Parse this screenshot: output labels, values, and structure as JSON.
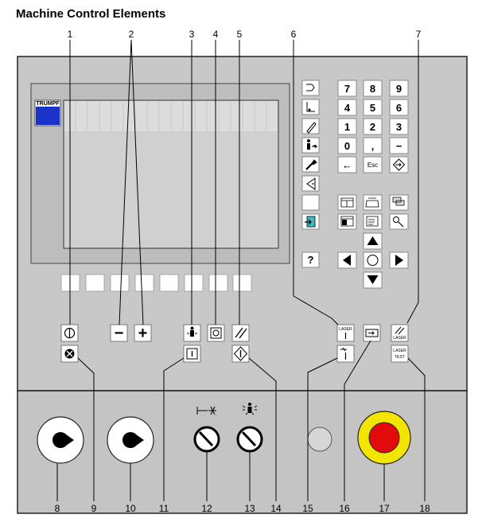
{
  "title": "Machine Control Elements",
  "brand": "TRUMPF",
  "top_callouts": [
    "1",
    "2",
    "3",
    "4",
    "5",
    "6",
    "7"
  ],
  "bottom_callouts": [
    "8",
    "9",
    "10",
    "11",
    "12",
    "13",
    "14",
    "15",
    "16",
    "17",
    "18"
  ],
  "numpad": [
    "7",
    "8",
    "9",
    "4",
    "5",
    "6",
    "1",
    "2",
    "3",
    "0",
    ",",
    "−"
  ],
  "keys": {
    "enter": "←",
    "esc": "Esc",
    "help": "?",
    "minus": "−",
    "plus": "+",
    "laser": "LASER",
    "laser_test_1": "LASER",
    "laser_test_2": "TEST"
  },
  "colors": {
    "panel": "#c8c8c8",
    "panel_dark": "#bdbdbd",
    "screen": "#d0d0d0",
    "brand_blue": "#1a33c8",
    "estop_yellow": "#f2e600",
    "estop_red": "#e20a0a"
  }
}
